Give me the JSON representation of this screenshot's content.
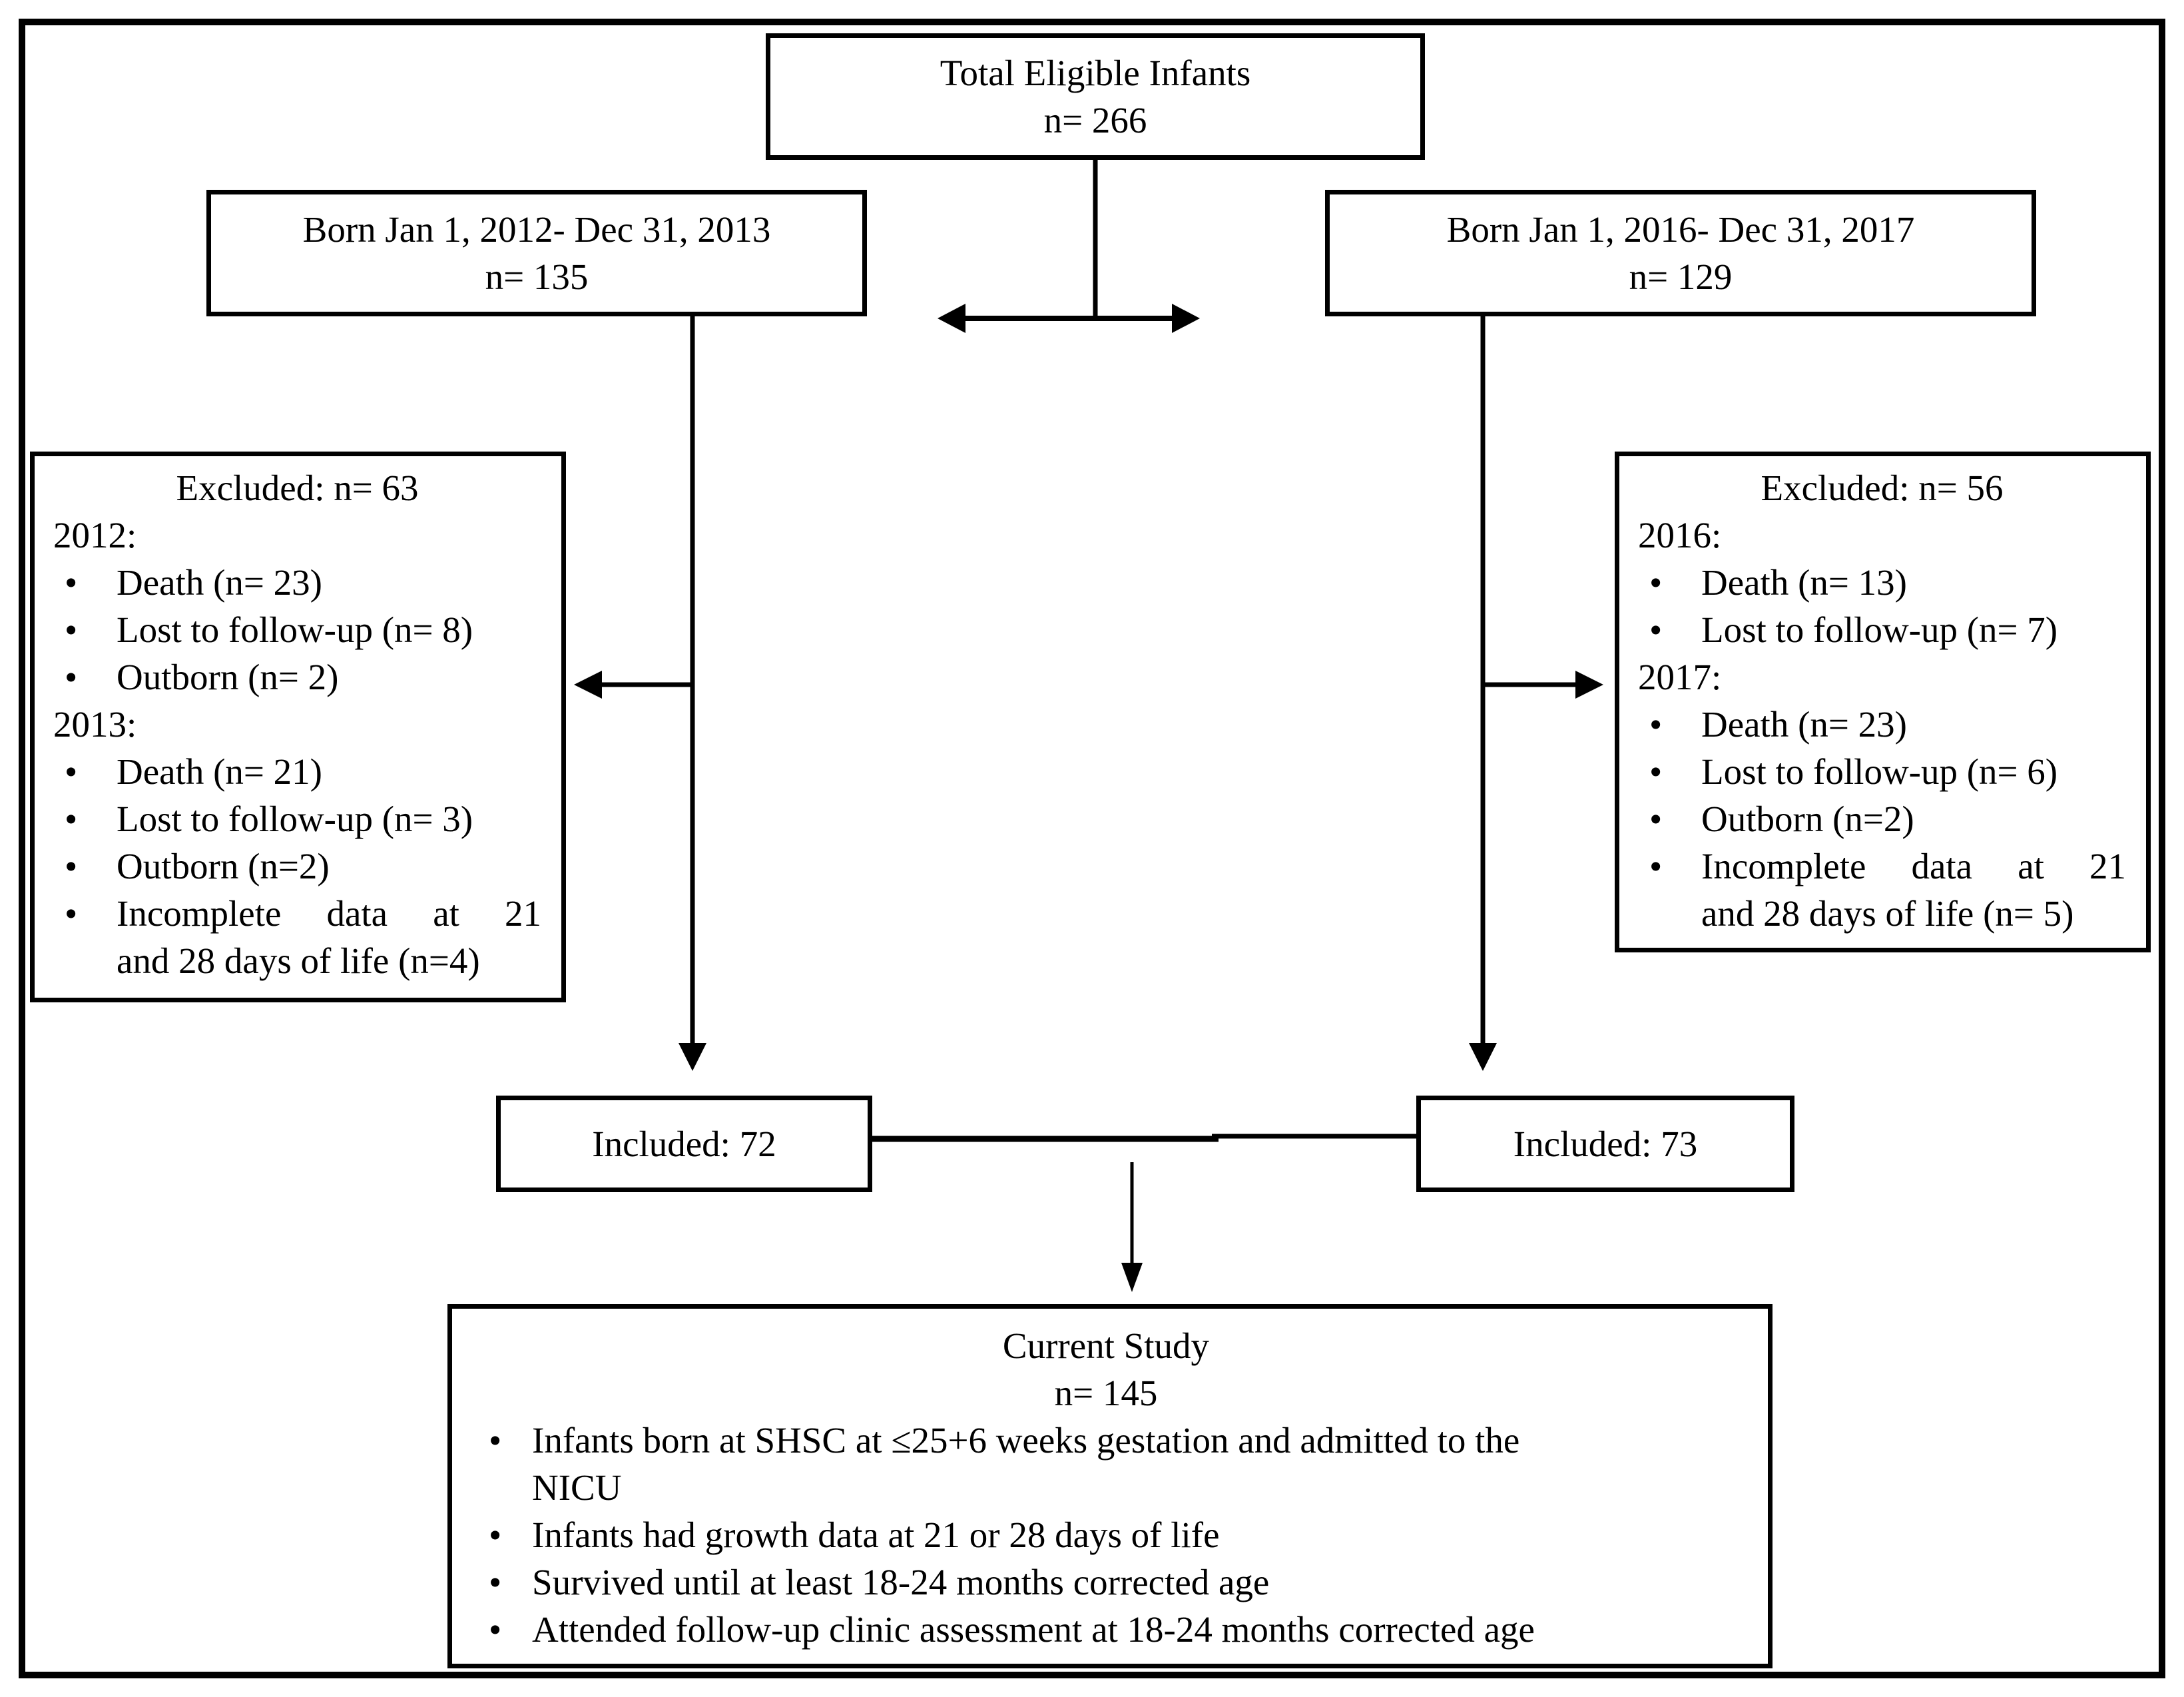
{
  "flowchart": {
    "bullet_glyph": "•",
    "colors": {
      "ink": "#000000",
      "background": "#ffffff"
    },
    "top_box": {
      "title": "Total Eligible Infants",
      "n_label": "n= 266"
    },
    "cohort_left": {
      "title": "Born Jan 1, 2012- Dec 31, 2013",
      "n_label": "n= 135"
    },
    "cohort_right": {
      "title": "Born Jan 1, 2016- Dec 31, 2017",
      "n_label": "n= 129"
    },
    "excluded_left": {
      "header": "Excluded: n= 63",
      "groups": [
        {
          "year_label": "2012:",
          "items": [
            "Death (n= 23)",
            "Lost to follow-up (n= 8)",
            "Outborn (n= 2)"
          ]
        },
        {
          "year_label": "2013:",
          "items": [
            "Death (n= 21)",
            "Lost to follow-up (n= 3)",
            "Outborn (n=2)",
            {
              "line1": "Incomplete data at 21",
              "line2": "and 28 days of life (n=4)"
            }
          ]
        }
      ]
    },
    "excluded_right": {
      "header": "Excluded: n= 56",
      "groups": [
        {
          "year_label": "2016:",
          "items": [
            "Death (n= 13)",
            "Lost to follow-up (n= 7)"
          ]
        },
        {
          "year_label": "2017:",
          "items": [
            "Death (n= 23)",
            "Lost to follow-up (n= 6)",
            "Outborn (n=2)",
            {
              "line1": "Incomplete data at 21",
              "line2": "and 28 days of life (n= 5)"
            }
          ]
        }
      ]
    },
    "included_left": {
      "label": "Included: 72"
    },
    "included_right": {
      "label": "Included: 73"
    },
    "final_box": {
      "title": "Current Study",
      "n_label": "n= 145",
      "criteria": [
        {
          "line1": "Infants born at SHSC at ≤25+6 weeks gestation and admitted to the",
          "line2": "NICU"
        },
        "Infants had growth data at 21 or 28 days of life",
        "Survived until at least 18-24 months corrected age",
        "Attended follow-up clinic assessment at 18-24 months corrected age"
      ]
    }
  }
}
